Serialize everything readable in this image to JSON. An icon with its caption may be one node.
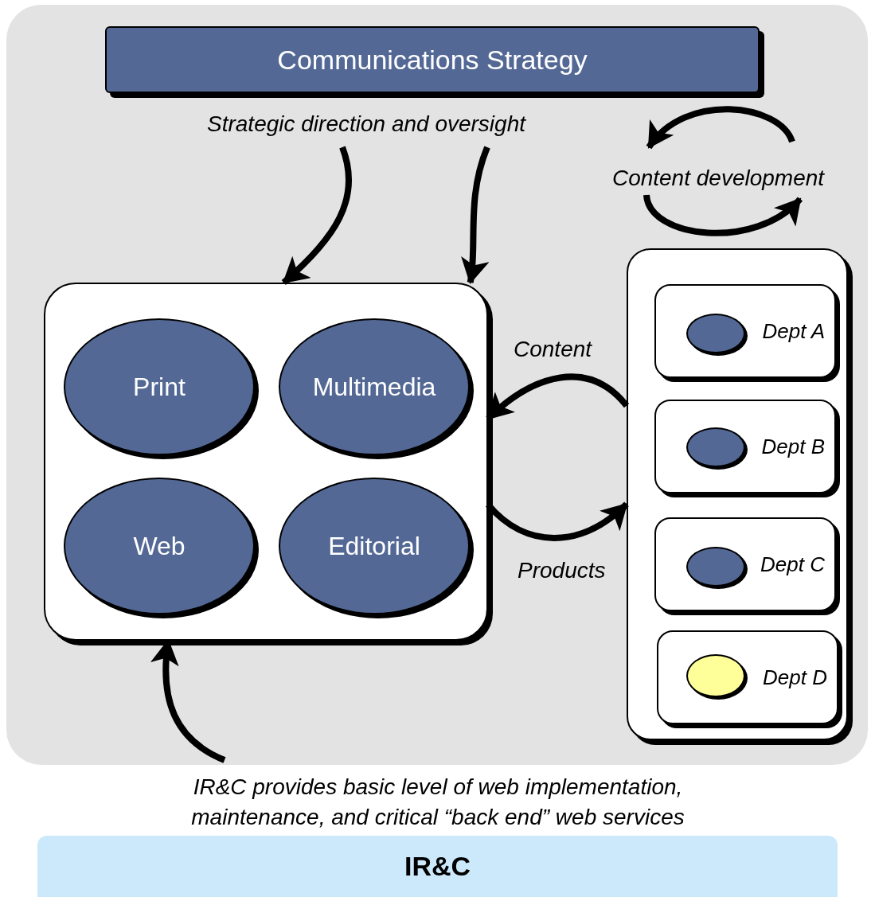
{
  "diagram": {
    "nodes": [
      {
        "text": [],
        "shape": "box"
      },
      {
        "text": [
          "Communications Strategy"
        ],
        "in": 0
      },
      {
        "text": [],
        "shape": "box",
        "in": 0
      },
      {
        "text": [
          "Print"
        ],
        "in": 2
      },
      {
        "text": [
          "Multimedia"
        ],
        "in": 2
      },
      {
        "text": [
          "Web"
        ],
        "in": 2
      },
      {
        "text": [
          "Editorial"
        ],
        "in": 2
      },
      {
        "text": [],
        "shape": "box",
        "in": 0
      },
      {
        "text": [
          "Dept A"
        ],
        "in": 7
      },
      {
        "text": [],
        "shape": "circle",
        "in": 8
      },
      {
        "text": [
          "Dept B"
        ],
        "in": 7
      },
      {
        "text": [],
        "shape": "circle",
        "in": 10
      },
      {
        "text": [
          "Dept C"
        ],
        "in": 7
      },
      {
        "text": [],
        "shape": "circle",
        "in": 12
      },
      {
        "text": [
          "Dept D"
        ],
        "in": 7
      },
      {
        "text": [],
        "shape": "circle",
        "in": 14
      },
      {
        "text": [
          "IR&C"
        ]
      }
    ],
    "edges": [
      {
        "from": null,
        "to": 2,
        "arrow": "to"
      },
      {
        "from": null,
        "to": 2,
        "arrow": "to"
      },
      {
        "from": 7,
        "to": 2,
        "arrow": "to",
        "label": "Content"
      },
      {
        "from": 2,
        "to": 7,
        "arrow": "to",
        "label": "Products"
      },
      {
        "from": null,
        "to": 2,
        "arrow": "to"
      }
    ],
    "labels": [
      "Strategic direction and oversight",
      "Content development",
      "IR&C provides basic level of web implementation, maintenance, and critical “back end” web services"
    ]
  }
}
